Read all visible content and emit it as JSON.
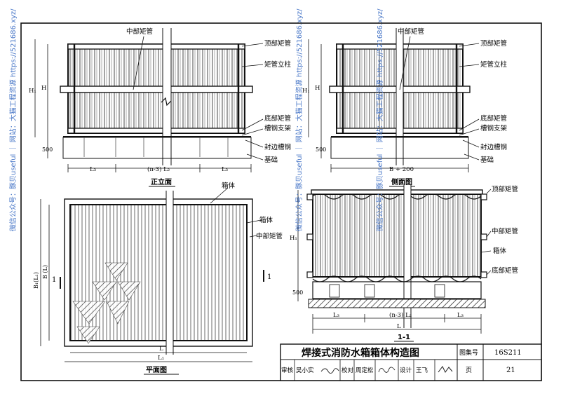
{
  "watermark": {
    "text": "微信公众号：豚贝useful ｜ 网站：大猫工程资源 https://521686.xyz/",
    "color": "#4a78c8"
  },
  "front_elevation": {
    "title": "正立面",
    "labels": {
      "mid_pipe": "中部矩管",
      "top_pipe": "顶部矩管",
      "column": "矩管立柱",
      "bottom_pipe": "底部矩管",
      "channel_support": "槽钢支架",
      "edge_channel": "封边槽钢",
      "foundation": "基础"
    },
    "dims": {
      "h1": "H₁",
      "h": "H",
      "d500": "500",
      "l3_left": "L₃",
      "middle": "(n-3) L₂",
      "l3_right": "L₃"
    }
  },
  "side_elevation": {
    "title": "侧面图",
    "labels": {
      "mid_pipe": "中部矩管",
      "top_pipe": "顶部矩管",
      "column": "矩管立柱",
      "bottom_pipe": "底部矩管",
      "channel_support": "槽钢支架",
      "edge_channel": "封边槽钢",
      "foundation": "基础"
    },
    "dims": {
      "h1": "H₁",
      "h": "H",
      "d500": "500",
      "width": "B + 200"
    }
  },
  "plan": {
    "title": "平面图",
    "labels": {
      "box_top": "箱体",
      "box": "箱体",
      "mid_pipe": "中部矩管"
    },
    "dims": {
      "b1": "B₁(L₁)",
      "b": "B (L)",
      "l": "L",
      "l1": "L₁"
    },
    "section_marks": {
      "left": "1",
      "right": "1"
    }
  },
  "section": {
    "title": "1-1",
    "labels": {
      "top_pipe": "顶部矩管",
      "mid_pipe": "中部矩管",
      "box": "箱体",
      "bottom_pipe": "底部矩管"
    },
    "dims": {
      "h1": "H₁",
      "d500": "500",
      "l3_left": "L₃",
      "middle": "(n-3) L₂",
      "l3_right": "L₃",
      "l": "L"
    }
  },
  "title_block": {
    "title": "焊接式消防水箱箱体构造图",
    "atlas_label": "图集号",
    "atlas_no": "16S211",
    "review_label": "审核",
    "reviewer": "吴小实",
    "check_label": "校对",
    "checker": "周定松",
    "design_label": "设计",
    "designer": "王飞",
    "page_label": "页",
    "page_no": "21"
  }
}
